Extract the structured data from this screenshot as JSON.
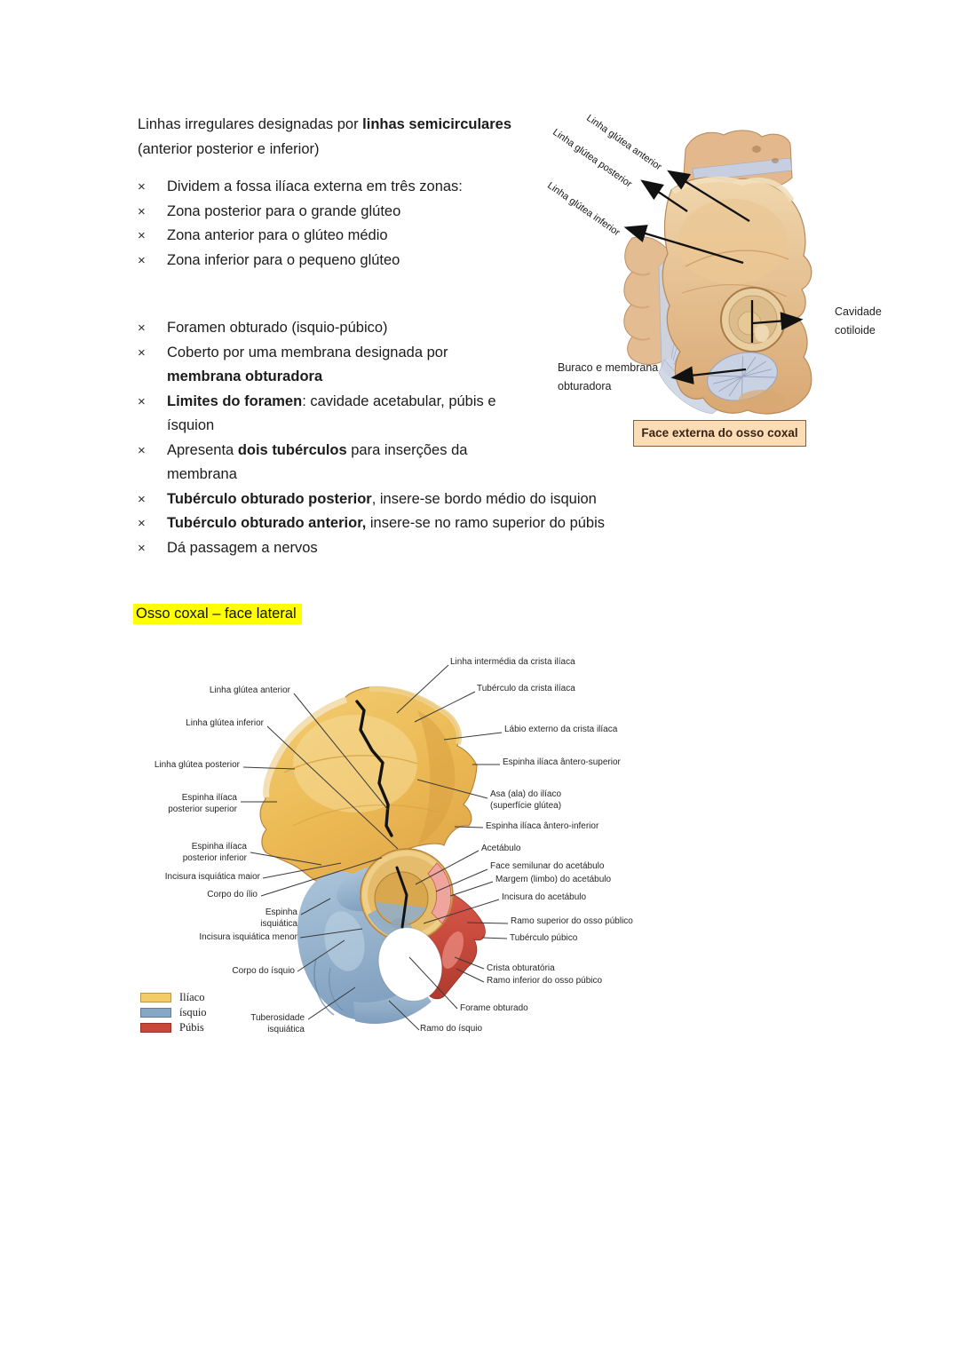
{
  "doc": {
    "bullet": "×",
    "intro_pre": "Linhas irregulares designadas por ",
    "intro_bold": "linhas semicirculares",
    "intro_line2": "(anterior posterior e inferior)",
    "list1": [
      "Dividem a fossa ilíaca externa em três zonas:",
      "Zona posterior para o grande glúteo",
      "Zona anterior para o glúteo médio",
      "Zona inferior para o pequeno glúteo"
    ],
    "list2": [
      [
        [
          [
            "Foramen obturado (isquio-púbico)",
            0
          ]
        ]
      ],
      [
        [
          [
            "Coberto por uma membrana designada por",
            0
          ]
        ],
        [
          [
            "membrana obturadora",
            1
          ]
        ]
      ],
      [
        [
          [
            "Limites do foramen",
            1
          ],
          [
            ": cavidade acetabular, púbis e",
            0
          ]
        ],
        [
          [
            "ísquion",
            0
          ]
        ]
      ],
      [
        [
          [
            "Apresenta ",
            0
          ],
          [
            "dois tubérculos",
            1
          ],
          [
            " para inserções da",
            0
          ]
        ],
        [
          [
            "membrana",
            0
          ]
        ]
      ],
      [
        [
          [
            "Tubérculo obturado posterior",
            1
          ],
          [
            ", insere-se bordo médio do isquion",
            0
          ]
        ]
      ],
      [
        [
          [
            "Tubérculo obturado anterior,",
            1
          ],
          [
            " insere-se no ramo superior do púbis",
            0
          ]
        ]
      ],
      [
        [
          [
            "Dá passagem a nervos",
            0
          ]
        ]
      ]
    ],
    "heading": "Osso coxal – face lateral"
  },
  "fig1": {
    "labels": {
      "anterior": "Linha glútea anterior",
      "posterior": "Linha glútea posterior",
      "inferior": "Linha glútea inferior",
      "cavidade": "Cavidade\ncotiloide",
      "buraco": "Buraco e membrana\nobturadora",
      "caption": "Face externa do osso coxal"
    }
  },
  "fig2": {
    "left_labels": [
      "Linha glútea anterior",
      "Linha glútea inferior",
      "Linha glútea posterior",
      "Espinha ilíaca\nposterior superior",
      "Espinha ilíaca\nposterior inferior",
      "Incisura isquiática maior",
      "Corpo do ílio",
      "Espinha\nisquiática",
      "Incisura isquiática menor",
      "Corpo do ísquio",
      "Tuberosidade\nisquiática"
    ],
    "right_labels": [
      "Linha intermédia da crista ilíaca",
      "Tubérculo da crista ilíaca",
      "Lábio externo da crista ilíaca",
      "Espinha ilíaca ântero-superior",
      "Asa (ala) do ilíaco\n(superfície glútea)",
      "Espinha ilíaca ântero-inferior",
      "Acetábulo",
      "Face semilunar do acetábulo",
      "Margem (limbo) do acetábulo",
      "Incisura do acetábulo",
      "Ramo superior do osso público",
      "Tubérculo púbico",
      "Crista obturatória",
      "Ramo inferior do osso púbico",
      "Forame obturado",
      "Ramo do ísquio"
    ],
    "legend": [
      {
        "label": "Ilíaco",
        "color": "#f5cb68"
      },
      {
        "label": "ísquio",
        "color": "#86a7c6"
      },
      {
        "label": "Púbis",
        "color": "#c9473a"
      }
    ]
  }
}
